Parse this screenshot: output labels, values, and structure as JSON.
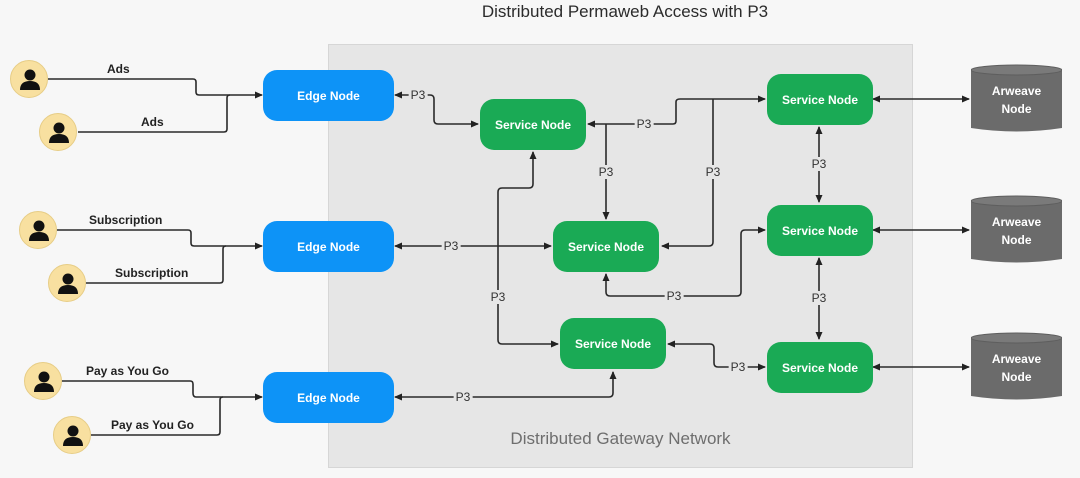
{
  "title": "Distributed Permaweb Access with P3",
  "network_label": "Distributed Gateway Network",
  "colors": {
    "edge_node": "#0d93f7",
    "service_node": "#1aaa55",
    "arweave_node": "#6b6b6b",
    "user_icon_bg": "#f8e0a0",
    "network_bg": "#e6e6e6"
  },
  "users": [
    {
      "label": "Ads",
      "icon": "user-icon"
    },
    {
      "label": "Ads",
      "icon": "user-icon"
    },
    {
      "label": "Subscription",
      "icon": "user-icon"
    },
    {
      "label": "Subscription",
      "icon": "user-icon"
    },
    {
      "label": "Pay as You Go",
      "icon": "user-icon"
    },
    {
      "label": "Pay as You Go",
      "icon": "user-icon"
    }
  ],
  "edge_nodes": [
    {
      "label": "Edge Node"
    },
    {
      "label": "Edge Node"
    },
    {
      "label": "Edge Node"
    }
  ],
  "service_nodes": [
    {
      "label": "Service Node"
    },
    {
      "label": "Service Node"
    },
    {
      "label": "Service Node"
    },
    {
      "label": "Service Node"
    },
    {
      "label": "Service Node"
    },
    {
      "label": "Service Node"
    }
  ],
  "arweave_nodes": [
    {
      "label": "Arweave\nNode"
    },
    {
      "label": "Arweave\nNode"
    },
    {
      "label": "Arweave\nNode"
    }
  ],
  "connection_label": "P3"
}
